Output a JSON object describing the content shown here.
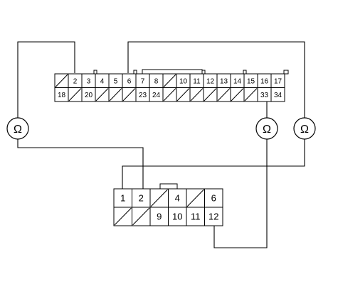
{
  "upper_connector": {
    "row1": [
      "",
      "2",
      "3",
      "4",
      "5",
      "6",
      "7",
      "8",
      "",
      "10",
      "11",
      "12",
      "13",
      "14",
      "15",
      "16",
      "17"
    ],
    "row2": [
      "18",
      "",
      "20",
      "",
      "",
      "",
      "23",
      "24",
      "",
      "",
      "",
      "",
      "",
      "",
      "",
      "33",
      "34"
    ]
  },
  "lower_connector": {
    "row1": [
      "1",
      "2",
      "",
      "4",
      "",
      "6"
    ],
    "row2": [
      "",
      "",
      "9",
      "10",
      "11",
      "12"
    ]
  },
  "meters": [
    {
      "symbol": "Ω"
    },
    {
      "symbol": "Ω"
    },
    {
      "symbol": "Ω"
    }
  ]
}
